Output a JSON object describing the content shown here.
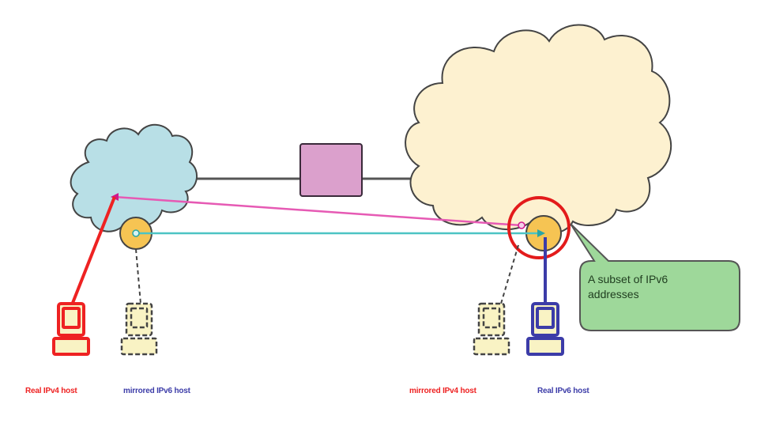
{
  "diagram": {
    "type": "network-topology",
    "description": "IPv4/IPv6 address mirroring between an IPv4 network cloud and an IPv6 network cloud via a translator box",
    "nodes": {
      "ipv4_cloud": {
        "role": "IPv4 network",
        "color": "#b8dfe6"
      },
      "ipv6_cloud": {
        "role": "IPv6 network",
        "color": "#fdf1d0"
      },
      "translator": {
        "role": "translator",
        "color": "#dba0cc"
      },
      "mirror_pool_left": {
        "color": "#f6c453"
      },
      "mirror_pool_right": {
        "color": "#f6c453"
      }
    },
    "links": {
      "red_link": "#ee2222",
      "magenta_link": "#e65ab4",
      "cyan_link": "#4cc4c4",
      "blue_link": "#3c3ca8",
      "backbone": "#555555",
      "highlight_ring": "#e31b1b"
    },
    "callout": {
      "text_line1": "A subset of IPv6",
      "text_line2": "addresses",
      "fill": "#9ed89a",
      "stroke": "#555555"
    },
    "hosts": [
      {
        "label": "Real IPv4 host",
        "color": "#ee2222",
        "style": "solid"
      },
      {
        "label": "mirrored IPv6 host",
        "color": "#3c3ca8",
        "style": "dashed"
      },
      {
        "label": "mirrored IPv4 host",
        "color": "#ee2222",
        "style": "dashed"
      },
      {
        "label": "Real IPv6 host",
        "color": "#3c3ca8",
        "style": "solid"
      }
    ]
  }
}
